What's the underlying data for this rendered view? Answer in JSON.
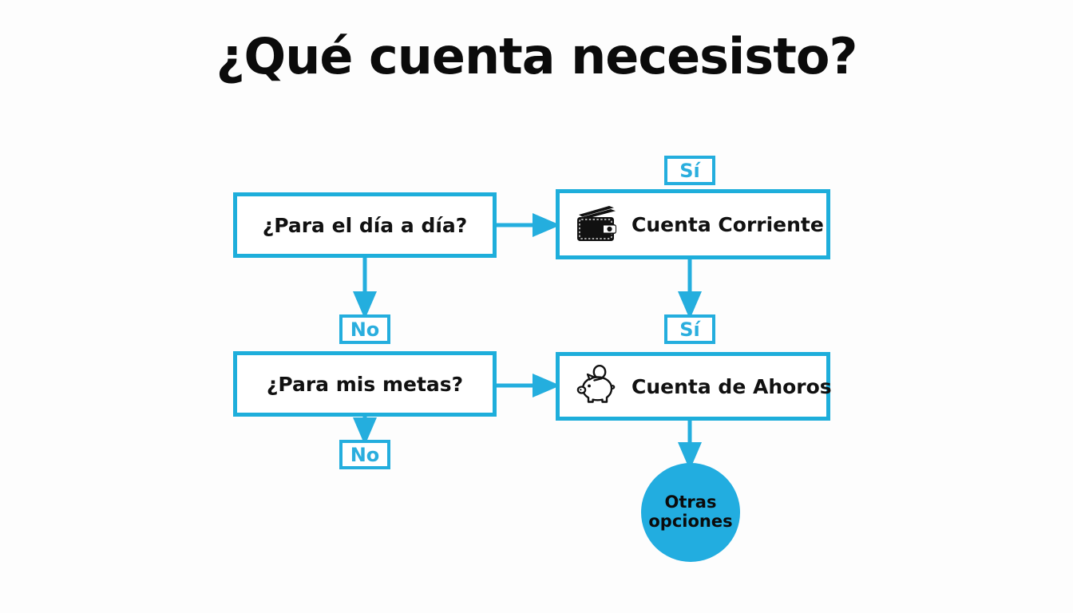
{
  "page": {
    "title": "¿Qué cuenta necesisto?",
    "background_color": "#fdfdfd"
  },
  "theme": {
    "accent": "#1eaedb",
    "accent_line": "#24aede",
    "text_dark": "#111111",
    "box_fill": "#ffffff",
    "circle_fill": "#22ade0"
  },
  "flowchart": {
    "type": "decision-flowchart",
    "nodes": [
      {
        "id": "dia-a-dia",
        "kind": "decision",
        "label": "¿Para el día a día?",
        "icon": null
      },
      {
        "id": "cuenta-corriente",
        "kind": "outcome",
        "label": "Cuenta Corriente",
        "icon": "wallet-icon"
      },
      {
        "id": "mis-metas",
        "kind": "decision",
        "label": "¿Para mis metas?",
        "icon": null
      },
      {
        "id": "cuenta-ahoros",
        "kind": "outcome",
        "label": "Cuenta de Ahoros",
        "icon": "piggy-bank-icon"
      },
      {
        "id": "otras-opciones",
        "kind": "terminal",
        "label_line1": "Otras",
        "label_line2": "opciones",
        "icon": null
      }
    ],
    "edge_tags": {
      "si_top": "Sí",
      "si_mid": "Sí",
      "no_top": "No",
      "no_bottom": "No"
    },
    "edges": [
      {
        "from": "dia-a-dia",
        "to": "cuenta-corriente",
        "tag": "Sí",
        "direction": "right"
      },
      {
        "from": "dia-a-dia",
        "to": "mis-metas",
        "tag": "No",
        "direction": "down"
      },
      {
        "from": "cuenta-corriente",
        "to": "cuenta-ahoros",
        "tag": "Sí",
        "direction": "down"
      },
      {
        "from": "mis-metas",
        "to": "cuenta-ahoros",
        "tag": "Sí",
        "direction": "right"
      },
      {
        "from": "mis-metas",
        "to": null,
        "tag": "No",
        "direction": "down"
      },
      {
        "from": "cuenta-ahoros",
        "to": "otras-opciones",
        "tag": null,
        "direction": "down"
      }
    ]
  }
}
